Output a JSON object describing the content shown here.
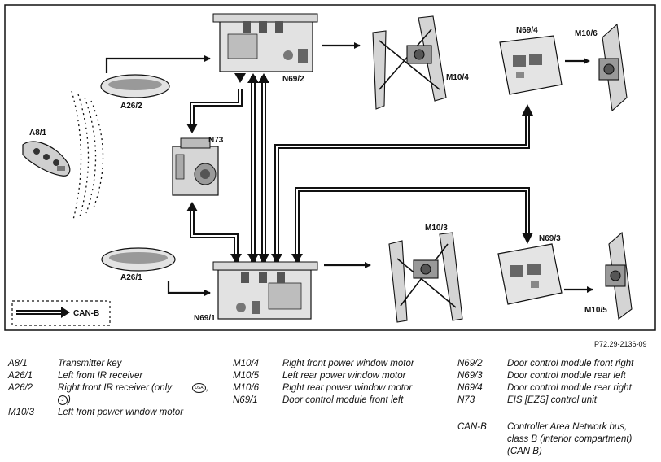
{
  "diagram": {
    "component_labels": {
      "a8_1": "A8/1",
      "a26_1": "A26/1",
      "a26_2": "A26/2",
      "n73": "N73",
      "n69_1": "N69/1",
      "n69_2": "N69/2",
      "n69_3": "N69/3",
      "n69_4": "N69/4",
      "m10_3": "M10/3",
      "m10_4": "M10/4",
      "m10_5": "M10/5",
      "m10_6": "M10/6"
    },
    "can_b_key": "CAN-B",
    "figure_id": "P72.29-2136-09"
  },
  "legend": {
    "col1": [
      {
        "code": "A8/1",
        "desc": "Transmitter key"
      },
      {
        "code": "A26/1",
        "desc": "Left front IR receiver"
      },
      {
        "code": "A26/2",
        "desc": "Right front IR receiver (only",
        "badge1": "USA",
        "sep": ",",
        "badge2": "J",
        "close": ")"
      },
      {
        "code": "M10/3",
        "desc": "Left front power window motor"
      }
    ],
    "col2": [
      {
        "code": "M10/4",
        "desc": "Right front power window motor"
      },
      {
        "code": "M10/5",
        "desc": "Left rear power window motor"
      },
      {
        "code": "M10/6",
        "desc": "Right rear power window motor"
      },
      {
        "code": "N69/1",
        "desc": "Door control module front left"
      }
    ],
    "col3": [
      {
        "code": "N69/2",
        "desc": "Door control module front right"
      },
      {
        "code": "N69/3",
        "desc": "Door control module rear left"
      },
      {
        "code": "N69/4",
        "desc": "Door control module rear right"
      },
      {
        "code": "N73",
        "desc": "EIS [EZS] control unit"
      }
    ],
    "can": {
      "code": "CAN-B",
      "line1": "Controller Area Network bus,",
      "line2": "class B (interior compartment)",
      "line3": "(CAN B)"
    }
  }
}
